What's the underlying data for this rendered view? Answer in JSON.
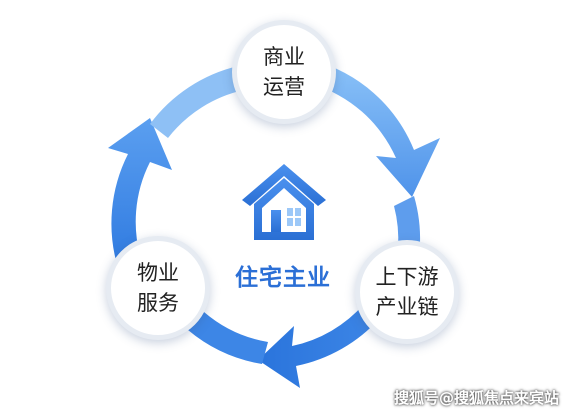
{
  "nodes": {
    "top": "商业运营",
    "left": "物业服务",
    "right": "上下游产业链"
  },
  "center": {
    "title": "住宅主业",
    "icon": "house-icon"
  },
  "watermark": "搜狐号@搜狐焦点来宾站",
  "colors": {
    "ring_dark": "#2f7ae0",
    "ring_light": "#a8d2fb",
    "center_text": "#2b6fd6",
    "node_border": "#e6ebf2"
  }
}
